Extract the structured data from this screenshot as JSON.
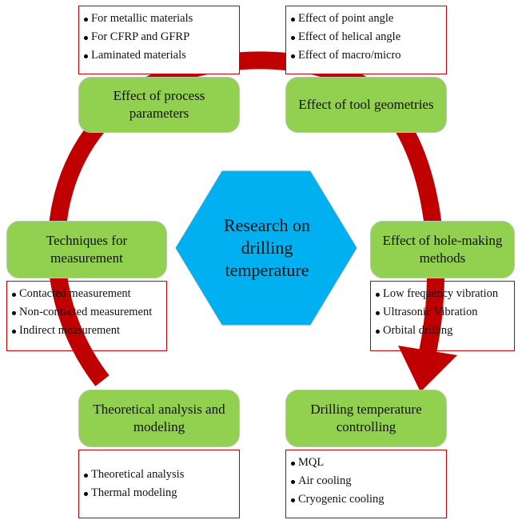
{
  "center": {
    "label": "Research on drilling temperature",
    "lines": [
      "Research on",
      "drilling",
      "temperature"
    ],
    "color": "#00b0f0"
  },
  "colors": {
    "node_fill": "#92d050",
    "box_border": "#c00000",
    "arrow": "#c00000"
  },
  "nodes": [
    {
      "id": "process-parameters",
      "lines": [
        "Effect of process",
        "parameters"
      ],
      "items": [
        "For metallic materials",
        "For CFRP and GFRP",
        "Laminated materials"
      ]
    },
    {
      "id": "tool-geometries",
      "lines": [
        "Effect of tool geometries"
      ],
      "items": [
        "Effect of point angle",
        "Effect of helical angle",
        "Effect of macro/micro"
      ]
    },
    {
      "id": "hole-making-methods",
      "lines": [
        "Effect of hole-making",
        "methods"
      ],
      "items": [
        "Low frequency vibration",
        "Ultrasonic Vibration",
        "Orbital drilling"
      ]
    },
    {
      "id": "temperature-controlling",
      "lines": [
        "Drilling temperature",
        "controlling"
      ],
      "items": [
        "MQL",
        "Air cooling",
        "Cryogenic cooling"
      ]
    },
    {
      "id": "theoretical-analysis",
      "lines": [
        "Theoretical analysis and",
        "modeling"
      ],
      "items": [
        "Theoretical analysis",
        "Thermal modeling"
      ]
    },
    {
      "id": "measurement-techniques",
      "lines": [
        "Techniques for",
        "measurement"
      ],
      "items": [
        "Contacted measurement",
        "Non-contacted measurement",
        "Indirect measurement"
      ]
    }
  ]
}
